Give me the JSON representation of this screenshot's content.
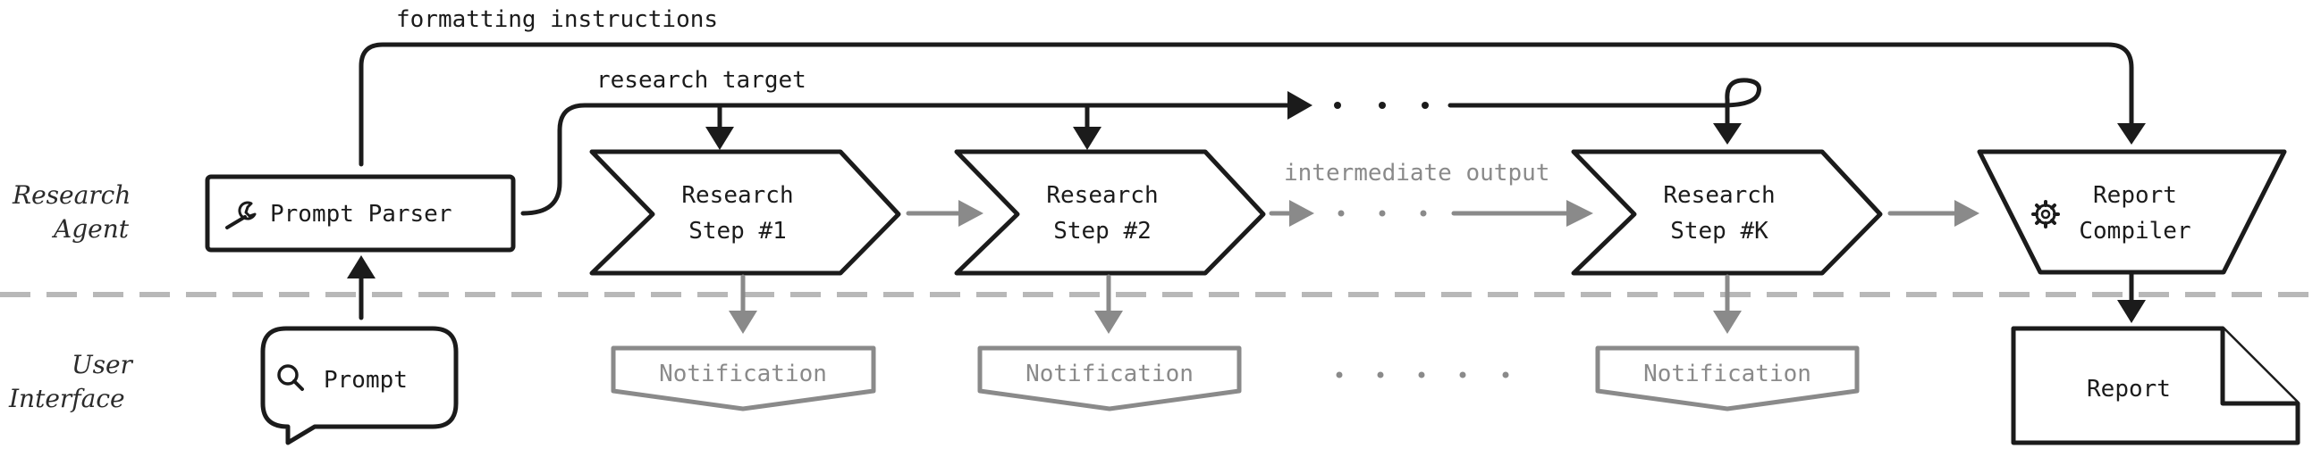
{
  "lanes": {
    "agent_line1": "Research",
    "agent_line2": "Agent",
    "ui_line1": "User",
    "ui_line2": "Interface"
  },
  "labels": {
    "formatting": "formatting instructions",
    "research_target": "research target",
    "intermediate": "intermediate output"
  },
  "nodes": {
    "prompt_parser": "Prompt Parser",
    "prompt": "Prompt",
    "step1_line1": "Research",
    "step1_line2": "Step #1",
    "step2_line1": "Research",
    "step2_line2": "Step #2",
    "stepk_line1": "Research",
    "stepk_line2": "Step #K",
    "compiler_line1": "Report",
    "compiler_line2": "Compiler",
    "report": "Report"
  },
  "notifications": {
    "n1": "Notification",
    "n2": "Notification",
    "nk": "Notification"
  },
  "icons": {
    "parser": "wrench-icon",
    "prompt": "search-icon",
    "compiler": "gear-icon"
  },
  "colors": {
    "primary": "#1b1b1b",
    "secondary": "#8a8a8a",
    "divider": "#b8b8b8"
  }
}
